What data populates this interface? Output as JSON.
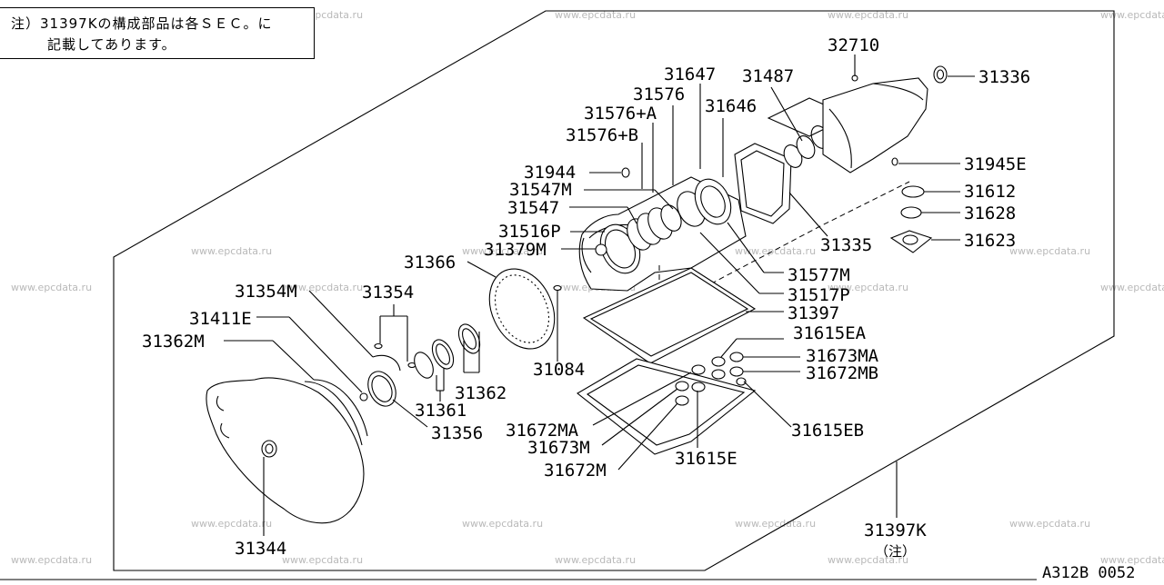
{
  "note": {
    "line1": "注）31397Kの構成部品は各ＳＥＣ。に",
    "line2": "記載してあります。"
  },
  "watermark": "www.epcdata.ru",
  "diagram_id": "A312B 0052",
  "kit_note": "（注）",
  "labels": {
    "p32710": "32710",
    "p31336": "31336",
    "p31647": "31647",
    "p31487": "31487",
    "p31576": "31576",
    "p31646": "31646",
    "p31576A": "31576+A",
    "p31576B": "31576+B",
    "p31944": "31944",
    "p31945E": "31945E",
    "p31547M": "31547M",
    "p31547": "31547",
    "p31612": "31612",
    "p31628": "31628",
    "p31516P": "31516P",
    "p31623": "31623",
    "p31379M": "31379M",
    "p31335": "31335",
    "p31366": "31366",
    "p31577M": "31577M",
    "p31354M": "31354M",
    "p31354": "31354",
    "p31517P": "31517P",
    "p31397": "31397",
    "p31411E": "31411E",
    "p31615EA": "31615EA",
    "p31362M": "31362M",
    "p31673MA": "31673MA",
    "p31084": "31084",
    "p31672MB": "31672MB",
    "p31362": "31362",
    "p31361": "31361",
    "p31356": "31356",
    "p31615EB": "31615EB",
    "p31672MA": "31672MA",
    "p31673M": "31673M",
    "p31615E": "31615E",
    "p31672M": "31672M",
    "p31397K": "31397K",
    "p31344": "31344"
  }
}
